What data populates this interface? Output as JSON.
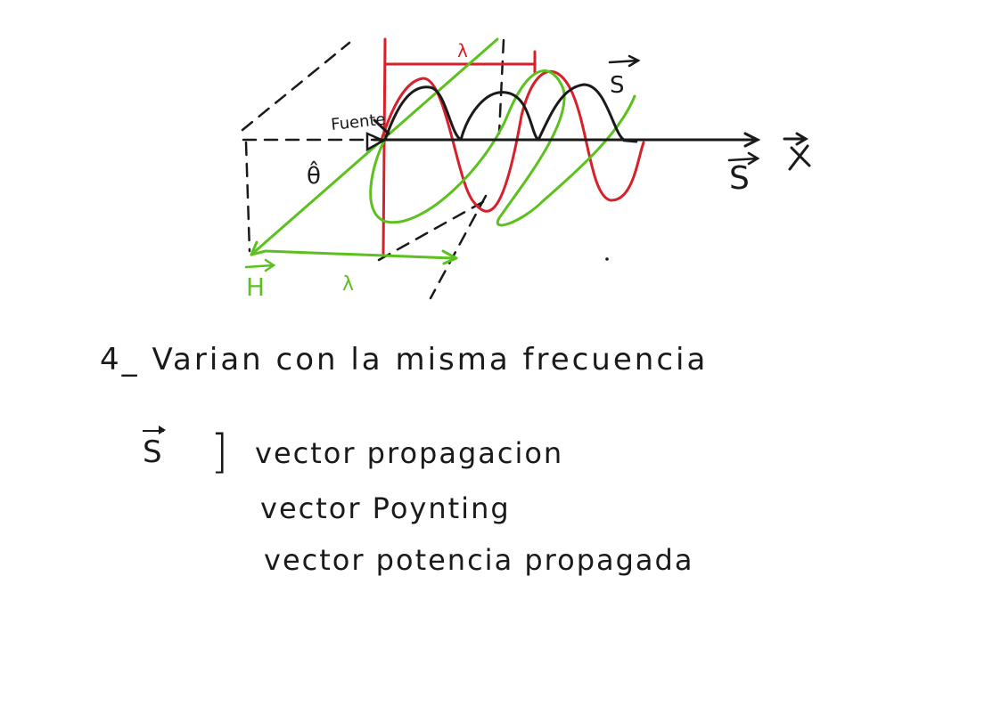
{
  "diagram": {
    "labels": {
      "fuente": "Fuente",
      "theta": "θ̂",
      "lambda_top": "λ",
      "lambda_bottom": "λ",
      "s_small": "S",
      "s_right": "S",
      "x_axis": "X",
      "h_vector": "H"
    },
    "colors": {
      "ink": "#1a1a1a",
      "e_field": "#d8202a",
      "h_field": "#5cc11e"
    }
  },
  "notes": {
    "point4": "4_ Varian con la misma frecuencia",
    "s_symbol": "S",
    "bracket": "]",
    "def1": "vector propagacion",
    "def2": "vector Poynting",
    "def3": "vector potencia propagada"
  }
}
